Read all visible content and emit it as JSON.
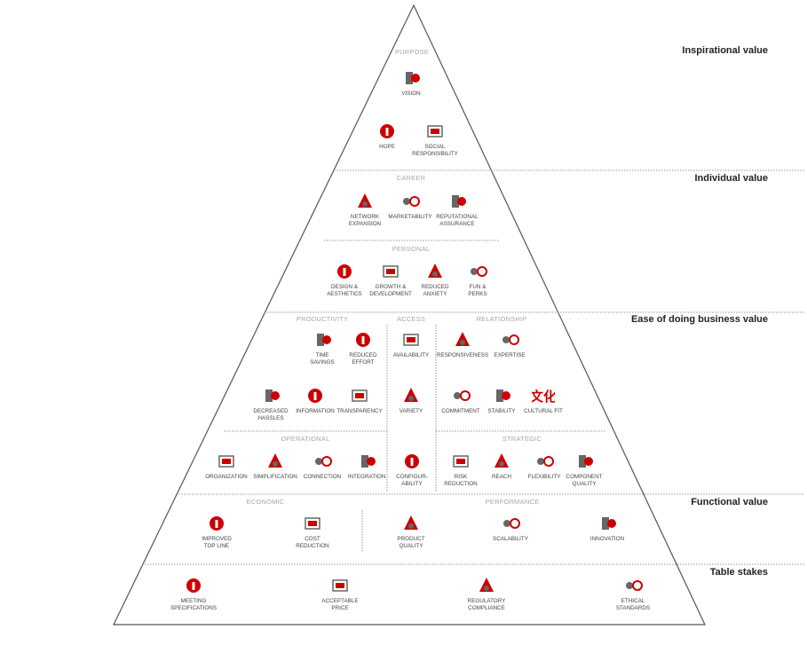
{
  "colors": {
    "accent": "#cc0000",
    "icon_gray": "#666666",
    "line": "#555555",
    "subhead": "#a8a8a8"
  },
  "tiers": [
    "Inspirational value",
    "Individual value",
    "Ease of doing business value",
    "Functional value",
    "Table stakes"
  ],
  "subheads": [
    "PURPOSE",
    "CAREER",
    "PERSONAL",
    "PRODUCTIVITY",
    "ACCESS",
    "RELATIONSHIP",
    "OPERATIONAL",
    "STRATEGIC",
    "ECONOMIC",
    "PERFORMANCE"
  ],
  "items": [
    {
      "label": "VISION",
      "icon": "telescope-icon"
    },
    {
      "label": "HOPE",
      "icon": "ribbon-icon"
    },
    {
      "label": "SOCIAL\nRESPONSIBILITY",
      "icon": "hands-globe-icon"
    },
    {
      "label": "NETWORK\nEXPANSION",
      "icon": "network-icon"
    },
    {
      "label": "MARKETABILITY",
      "icon": "can-star-icon"
    },
    {
      "label": "REPUTATIONAL\nASSURANCE",
      "icon": "stars-rating-icon"
    },
    {
      "label": "DESIGN &\nAESTHETICS",
      "icon": "pencil-ruler-icon"
    },
    {
      "label": "GROWTH &\nDEVELOPMENT",
      "icon": "sprout-icon"
    },
    {
      "label": "REDUCED\nANXIETY",
      "icon": "tea-cup-icon"
    },
    {
      "label": "FUN &\nPERKS",
      "icon": "shopping-bag-icon"
    },
    {
      "label": "TIME\nSAVINGS",
      "icon": "watch-icon"
    },
    {
      "label": "REDUCED\nEFFORT",
      "icon": "pulley-icon"
    },
    {
      "label": "AVAILABILITY",
      "icon": "grid-icon"
    },
    {
      "label": "RESPONSIVENESS",
      "icon": "loop-arrow-icon"
    },
    {
      "label": "EXPERTISE",
      "icon": "expert-person-icon"
    },
    {
      "label": "DECREASED\nHASSLES",
      "icon": "spiral-icon"
    },
    {
      "label": "INFORMATION",
      "icon": "info-icon"
    },
    {
      "label": "TRANSPARENCY",
      "icon": "window-icon"
    },
    {
      "label": "VARIETY",
      "icon": "shapes-icon"
    },
    {
      "label": "COMMITMENT",
      "icon": "pen-paper-icon"
    },
    {
      "label": "STABILITY",
      "icon": "gyroscope-icon"
    },
    {
      "label": "CULTURAL FIT",
      "icon": "culture-glyph-icon",
      "glyph": "文化"
    },
    {
      "label": "ORGANIZATION",
      "icon": "folders-icon"
    },
    {
      "label": "SIMPLIFICATION",
      "icon": "dots-to-circle-icon"
    },
    {
      "label": "CONNECTION",
      "icon": "hub-icon"
    },
    {
      "label": "INTEGRATION",
      "icon": "puzzle-icon"
    },
    {
      "label": "CONFIGUR-\nABILITY",
      "icon": "wrench-icon"
    },
    {
      "label": "RISK\nREDUCTION",
      "icon": "seatbelt-icon"
    },
    {
      "label": "REACH",
      "icon": "antenna-icon"
    },
    {
      "label": "FLEXIBILITY",
      "icon": "spring-icon"
    },
    {
      "label": "COMPONENT\nQUALITY",
      "icon": "chip-icon"
    },
    {
      "label": "IMPROVED\nTOP LINE",
      "icon": "growth-chart-icon"
    },
    {
      "label": "COST\nREDUCTION",
      "icon": "price-tag-scissors-icon"
    },
    {
      "label": "PRODUCT\nQUALITY",
      "icon": "thumbs-up-icon"
    },
    {
      "label": "SCALABILITY",
      "icon": "scale-up-icon"
    },
    {
      "label": "INNOVATION",
      "icon": "lightbulb-icon"
    },
    {
      "label": "MEETING\nSPECIFICATIONS",
      "icon": "measure-dot-icon"
    },
    {
      "label": "ACCEPTABLE\nPRICE",
      "icon": "hand-money-icon"
    },
    {
      "label": "REGULATORY\nCOMPLIANCE",
      "icon": "clipboard-icon"
    },
    {
      "label": "ETHICAL\nSTANDARDS",
      "icon": "handshake-icon"
    }
  ]
}
